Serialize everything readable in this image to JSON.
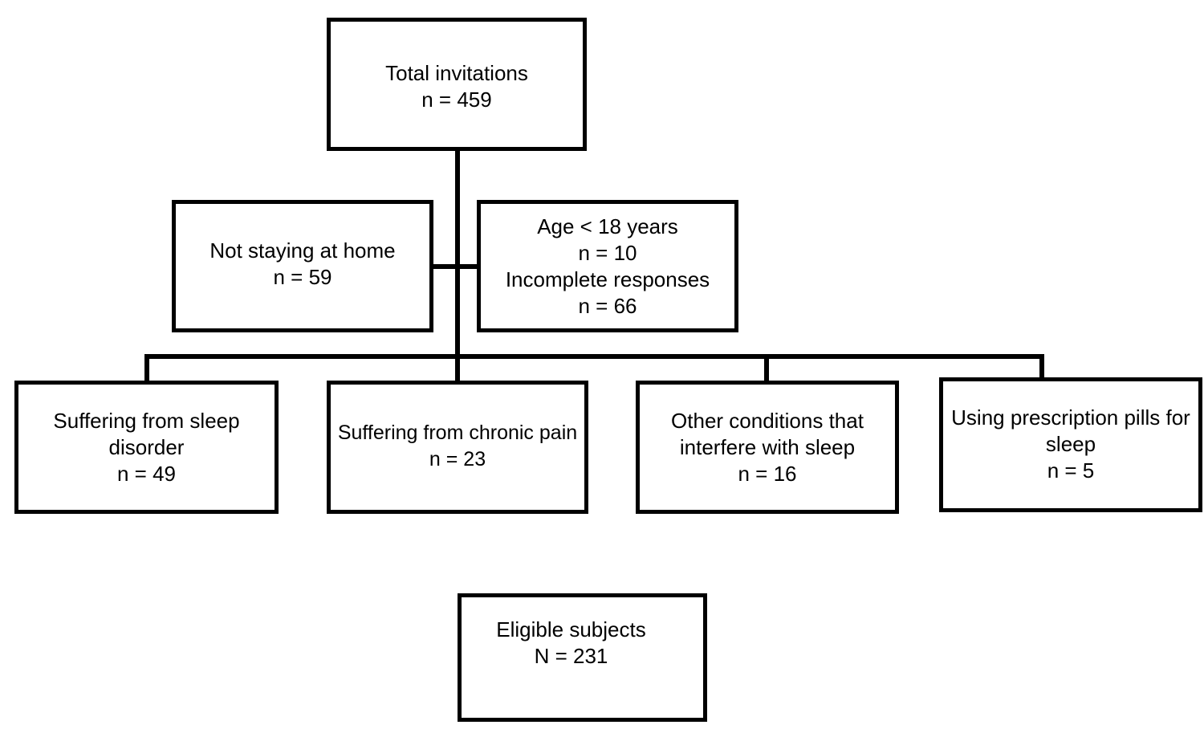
{
  "nodes": {
    "total": {
      "lines": [
        "Total invitations",
        "n = 459"
      ]
    },
    "not_home": {
      "lines": [
        "Not staying at home",
        "n = 59"
      ]
    },
    "age_incomplete": {
      "lines": [
        "Age < 18 years",
        "n = 10",
        "Incomplete responses",
        "n = 66"
      ]
    },
    "sleep_disorder": {
      "lines": [
        "Suffering from sleep",
        "disorder",
        "n = 49"
      ]
    },
    "chronic_pain": {
      "lines": [
        "Suffering from chronic pain",
        "n = 23"
      ]
    },
    "other_conditions": {
      "lines": [
        "Other conditions that",
        "interfere with sleep",
        "n = 16"
      ]
    },
    "prescription_pills": {
      "lines": [
        "Using prescription pills for",
        "sleep",
        "n = 5"
      ]
    },
    "eligible": {
      "lines": [
        "Eligible subjects",
        "N = 231"
      ]
    }
  }
}
